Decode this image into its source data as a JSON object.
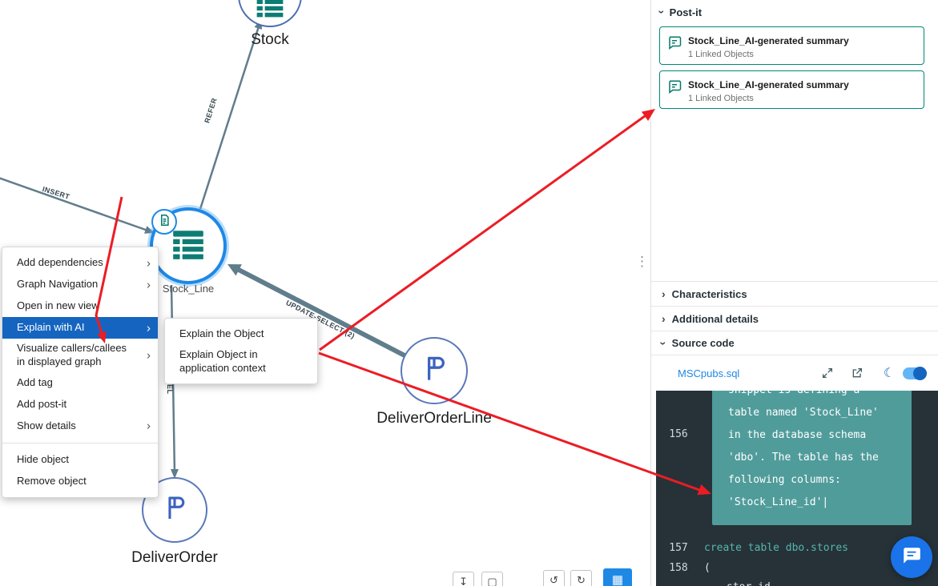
{
  "colors": {
    "accent_blue": "#1e88e5",
    "menu_highlight": "#1565c0",
    "teal": "#00796b",
    "teal_icon": "#0d7d74",
    "card_border": "#00897b",
    "arrow_red": "#ec1c24",
    "code_bg": "#263238",
    "code_highlight_bg": "#509c9b",
    "code_keyword": "#56b6ae",
    "edge_gray": "#607d8b",
    "link_blue": "#1e88e5"
  },
  "canvas": {
    "nodes": {
      "stock": {
        "label": "Stock"
      },
      "stock_line": {
        "label": "Stock_Line"
      },
      "deliver_order_line": {
        "label": "DeliverOrderLine"
      },
      "deliver_order": {
        "label": "DeliverOrder"
      }
    },
    "edges": {
      "refer": {
        "label": "REFER"
      },
      "insert": {
        "label": "INSERT"
      },
      "update_select": {
        "label": "UPDATE-SELECT (2)"
      },
      "select": {
        "label": "SEL"
      }
    }
  },
  "context_menu": {
    "items": [
      {
        "label": "Add dependencies"
      },
      {
        "label": "Graph Navigation"
      },
      {
        "label": "Open in new view"
      },
      {
        "label": "Explain with AI"
      },
      {
        "label": "Visualize callers/callees in displayed graph"
      },
      {
        "label": "Add tag"
      },
      {
        "label": "Add post-it"
      },
      {
        "label": "Show details"
      },
      {
        "label": "Hide object"
      },
      {
        "label": "Remove object"
      }
    ]
  },
  "submenu": {
    "items": [
      {
        "label": "Explain the Object"
      },
      {
        "label": "Explain Object in application context"
      }
    ]
  },
  "right_panel": {
    "postit": {
      "title": "Post-it",
      "cards": [
        {
          "title": "Stock_Line_AI-generated summary",
          "subtitle": "1 Linked Objects"
        },
        {
          "title": "Stock_Line_AI-generated summary",
          "subtitle": "1 Linked Objects"
        }
      ]
    },
    "sections": {
      "characteristics": "Characteristics",
      "additional_details": "Additional details",
      "source_code": "Source code"
    },
    "source": {
      "file_name": "MSCpubs.sql",
      "highlight": {
        "line_number": "156",
        "lines": [
          "snippet is defining a",
          "table named 'Stock_Line'",
          "in the database schema",
          "'dbo'. The table has the",
          "following columns:",
          "'Stock_Line_id'|"
        ]
      },
      "lines": [
        {
          "number": "157",
          "text": "create table dbo.stores"
        },
        {
          "number": "158",
          "text": "("
        },
        {
          "number": "",
          "text": "stor_id"
        }
      ]
    }
  },
  "toolbar": {
    "icons": {
      "fit_down": "↧",
      "frame": "▢",
      "undo": "↺",
      "redo": "↻",
      "grid": "▦"
    }
  },
  "icons": {
    "drag_handle": "⋮",
    "moon": "☾"
  }
}
